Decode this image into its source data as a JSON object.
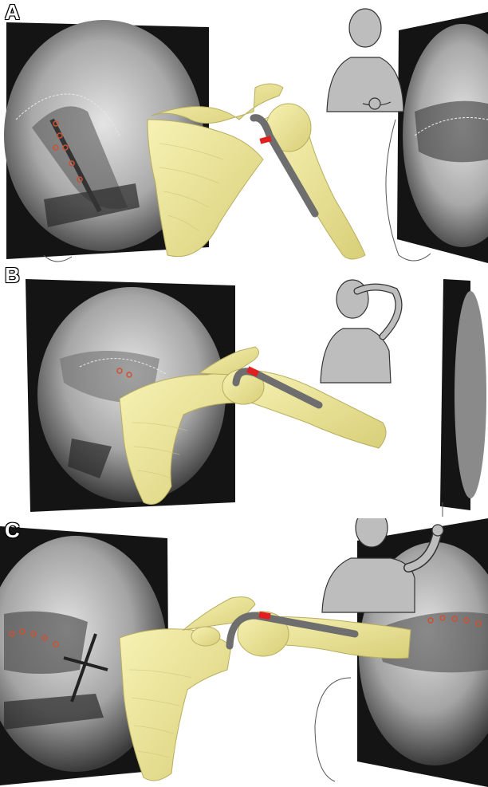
{
  "panels": [
    {
      "label": "A"
    },
    {
      "label": "B"
    },
    {
      "label": "C"
    }
  ],
  "colors": {
    "bone": "#f2ec9c",
    "bone_shadow": "#c9c06a",
    "implant": "#6e6e6e",
    "marker": "#e02020",
    "fluoro_frame": "#141414",
    "body_figure": "#bdbdbd"
  }
}
